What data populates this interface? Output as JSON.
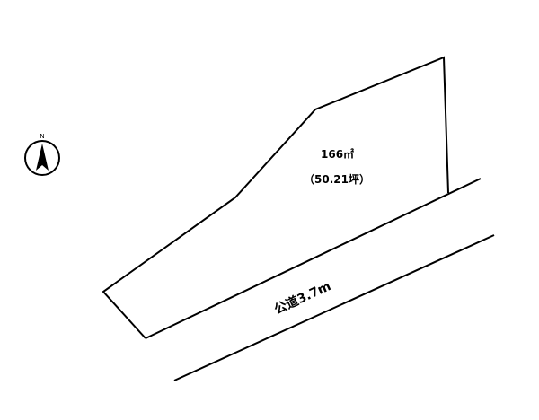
{
  "compass": {
    "north_label": "N"
  },
  "lot": {
    "area_sqm": "166㎡",
    "area_tsubo": "（50.21坪）"
  },
  "road": {
    "label": "公道3.7m"
  },
  "colors": {
    "line": "#000000",
    "background": "#ffffff"
  }
}
